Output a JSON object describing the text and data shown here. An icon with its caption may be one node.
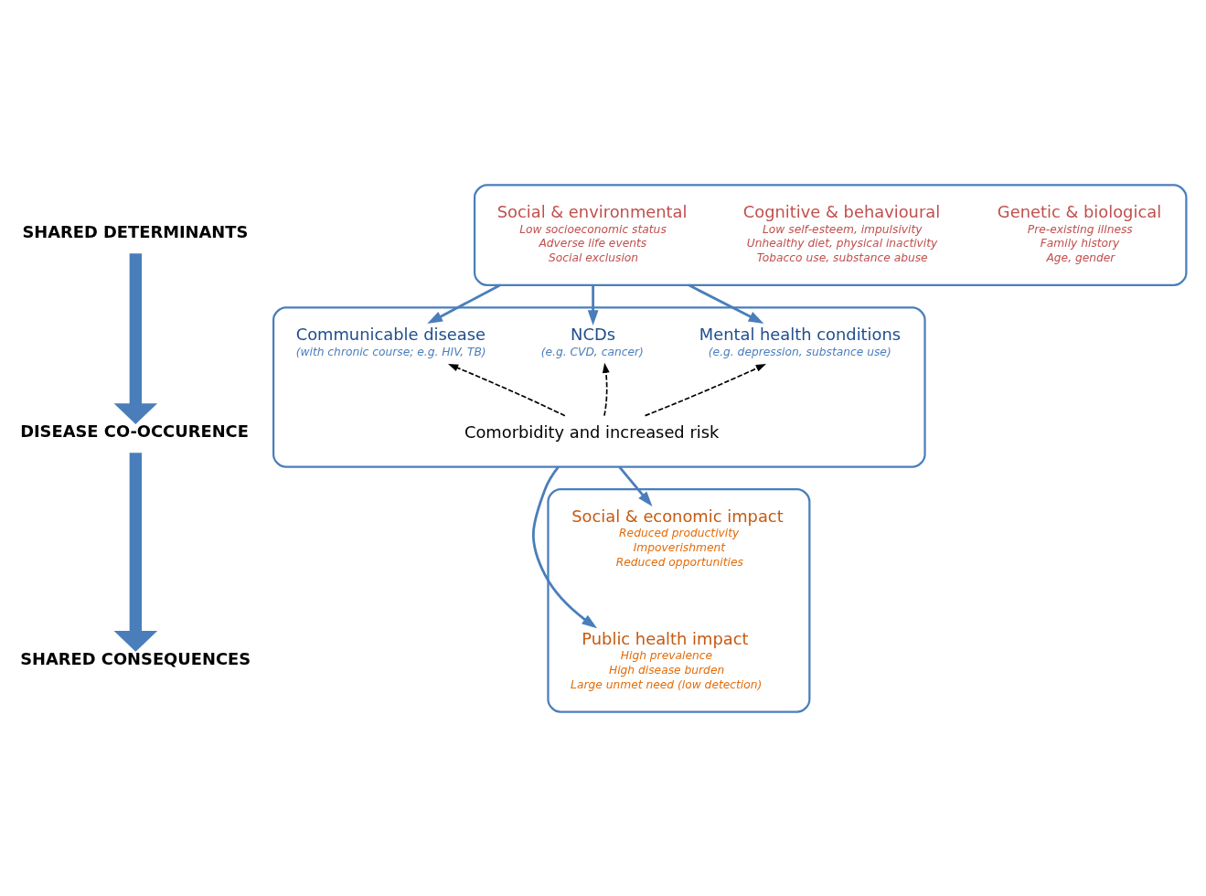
{
  "diagram": {
    "nodes": [
      {
        "text": [
          "SHARED DETERMINANTS"
        ]
      },
      {
        "text": [],
        "shape": "box"
      },
      {
        "text": [
          "Genetic & biological",
          "Pre-existing illness",
          "Family history",
          "Age, gender"
        ],
        "in": 1
      },
      {
        "text": [
          "Cognitive & behavioural",
          "Low self-esteem, impulsivity",
          "Unhealthy diet, physical inactivity",
          "Tobacco use, substance abuse"
        ],
        "in": 1
      },
      {
        "text": [
          "Social & environmental",
          "Low socioeconomic status",
          "Adverse life events",
          "Social exclusion"
        ],
        "in": 1
      },
      {
        "text": [
          "DISEASE CO-OCCURENCE"
        ]
      },
      {
        "text": [],
        "shape": "box"
      },
      {
        "text": [
          "Mental health conditions",
          "(e.g. depression, substance use)"
        ],
        "in": 6
      },
      {
        "text": [
          "NCDs",
          "(e.g. CVD, cancer)"
        ],
        "in": 6
      },
      {
        "text": [
          "Communicable disease",
          "(with chronic course; e.g. HIV, TB)"
        ],
        "in": 6
      },
      {
        "text": [
          "Comorbidity and increased risk"
        ],
        "in": 6
      },
      {
        "text": [
          "SHARED CONSEQUENCES"
        ]
      },
      {
        "text": [],
        "shape": "box"
      },
      {
        "text": [
          "Public health impact",
          "High prevalence",
          "High disease burden",
          "Large unmet need (low detection)"
        ],
        "in": 12
      },
      {
        "text": [
          "Social & economic impact",
          "Reduced productivity",
          "Impoverishment",
          "Reduced opportunities"
        ],
        "in": 12
      }
    ],
    "edges": [
      {
        "from": 0,
        "to": 5,
        "arrow": "to",
        "style": "thick"
      },
      {
        "from": 5,
        "to": 11,
        "arrow": "to",
        "style": "thick"
      },
      {
        "from": 1,
        "to": 7,
        "arrow": "to"
      },
      {
        "from": 1,
        "to": 8,
        "arrow": "to"
      },
      {
        "from": 1,
        "to": 9,
        "arrow": "to"
      },
      {
        "from": 10,
        "to": 7,
        "arrow": "to",
        "style": "dashed",
        "color": "#000000"
      },
      {
        "from": 10,
        "to": 8,
        "arrow": "to",
        "style": "dashed",
        "color": "#000000"
      },
      {
        "from": 10,
        "to": 9,
        "arrow": "to",
        "style": "dashed",
        "color": "#000000"
      },
      {
        "from": 6,
        "to": 13,
        "arrow": "to"
      },
      {
        "from": 6,
        "to": 14,
        "arrow": "to"
      }
    ]
  }
}
